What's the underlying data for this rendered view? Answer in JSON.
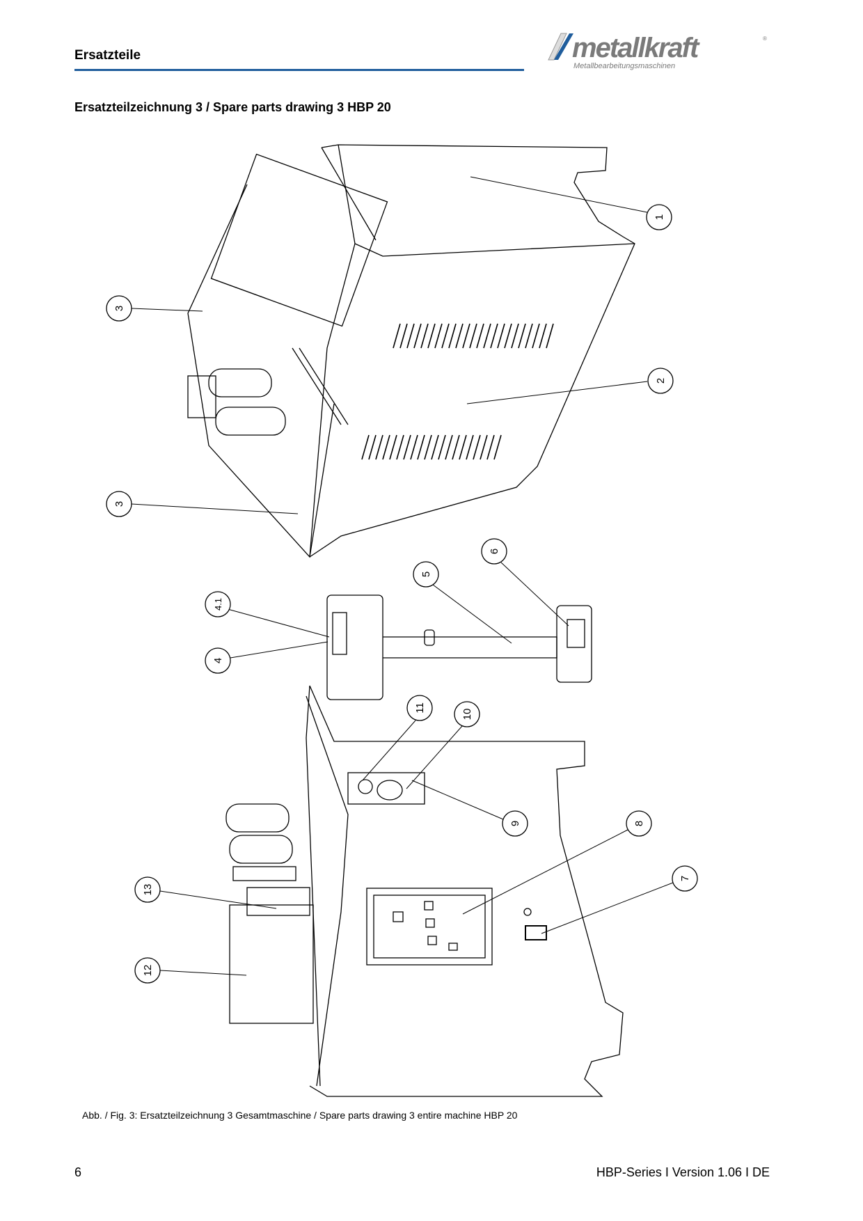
{
  "header": {
    "section_title": "Ersatzteile",
    "logo_text": "metallkraft",
    "logo_tagline": "Metallbearbeitungsmaschinen",
    "accent_color": "#1f5d9c"
  },
  "drawing_title": "Ersatzteilzeichnung 3 / Spare parts drawing 3 HBP 20",
  "callouts": [
    "1",
    "2",
    "3",
    "3",
    "4.1",
    "4",
    "5",
    "6",
    "11",
    "10",
    "9",
    "8",
    "7",
    "13",
    "12"
  ],
  "caption": "Abb. / Fig. 3: Ersatzteilzeichnung 3 Gesamtmaschine / Spare parts drawing 3 entire machine HBP 20",
  "footer": {
    "page_number": "6",
    "document_info": "HBP-Series I Version 1.06 I DE"
  }
}
